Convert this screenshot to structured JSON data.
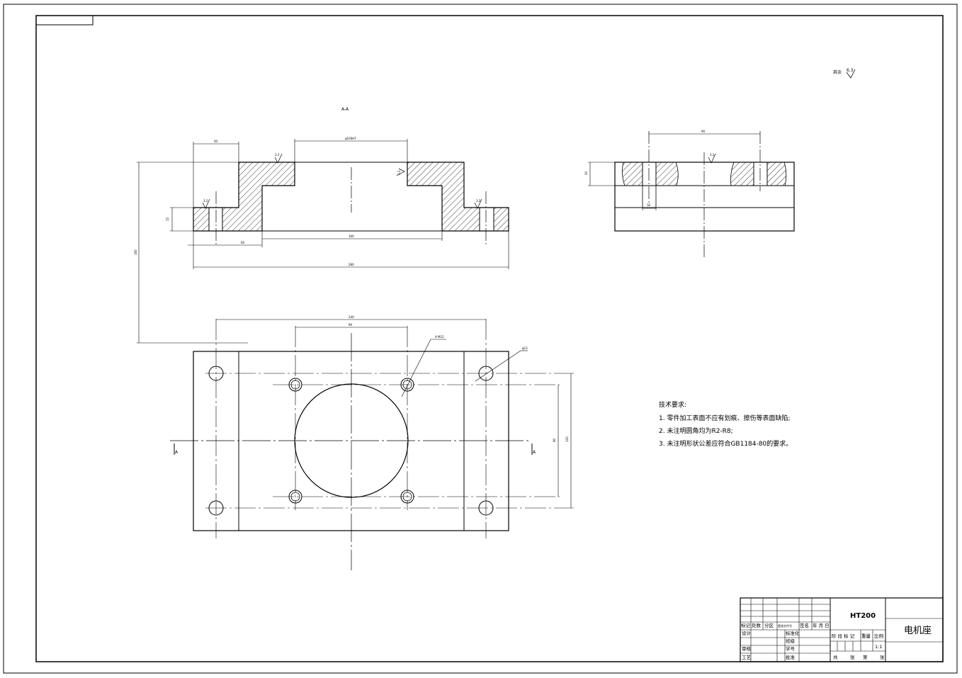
{
  "header": {
    "roughness_note_prefix": "其余",
    "roughness_note_value": "6.3"
  },
  "section_view": {
    "title": "A-A",
    "roughness_labels": [
      "3.2",
      "3.2",
      "3.2",
      "3.2"
    ]
  },
  "side_view": {
    "roughness_label": "3.2"
  },
  "dimensions": {
    "front_top_left_width": "40",
    "front_bore": "φ100H7",
    "front_height_small": "15",
    "front_total_height": "160",
    "front_inner_width": "160",
    "front_left_step": "60",
    "front_total_width": "280",
    "side_width": "90",
    "side_height": "20",
    "side_hole": "12",
    "plan_outer_holes_span": "240",
    "plan_inner_holes_span": "90",
    "plan_thread": "4-M12",
    "plan_hole_dia": "φ13",
    "plan_inner_height": "90",
    "plan_outer_height": "120"
  },
  "section_markers": {
    "left": "A",
    "right": "A"
  },
  "notes": {
    "title": "技术要求:",
    "items": [
      "1. 零件加工表面不应有划痕、擦伤等表面缺陷;",
      "2. 未注明圆角均为R2-R8;",
      "3. 未注明形状公差应符合GB1184-80的要求。"
    ]
  },
  "title_block": {
    "material": "HT200",
    "part_name": "电机座",
    "headers": [
      "标记",
      "处数",
      "分区",
      "更改文件号",
      "签名",
      "年 月 日"
    ],
    "roles_left": [
      "设计",
      "审核",
      "工艺"
    ],
    "roles_mid": [
      "标准化",
      "班级",
      "学号",
      "批准"
    ],
    "stage_headers": [
      "阶 段 标 记",
      "重量",
      "比例"
    ],
    "scale": "1:1",
    "sheet_info": [
      "共",
      "张",
      "第",
      "张"
    ]
  }
}
